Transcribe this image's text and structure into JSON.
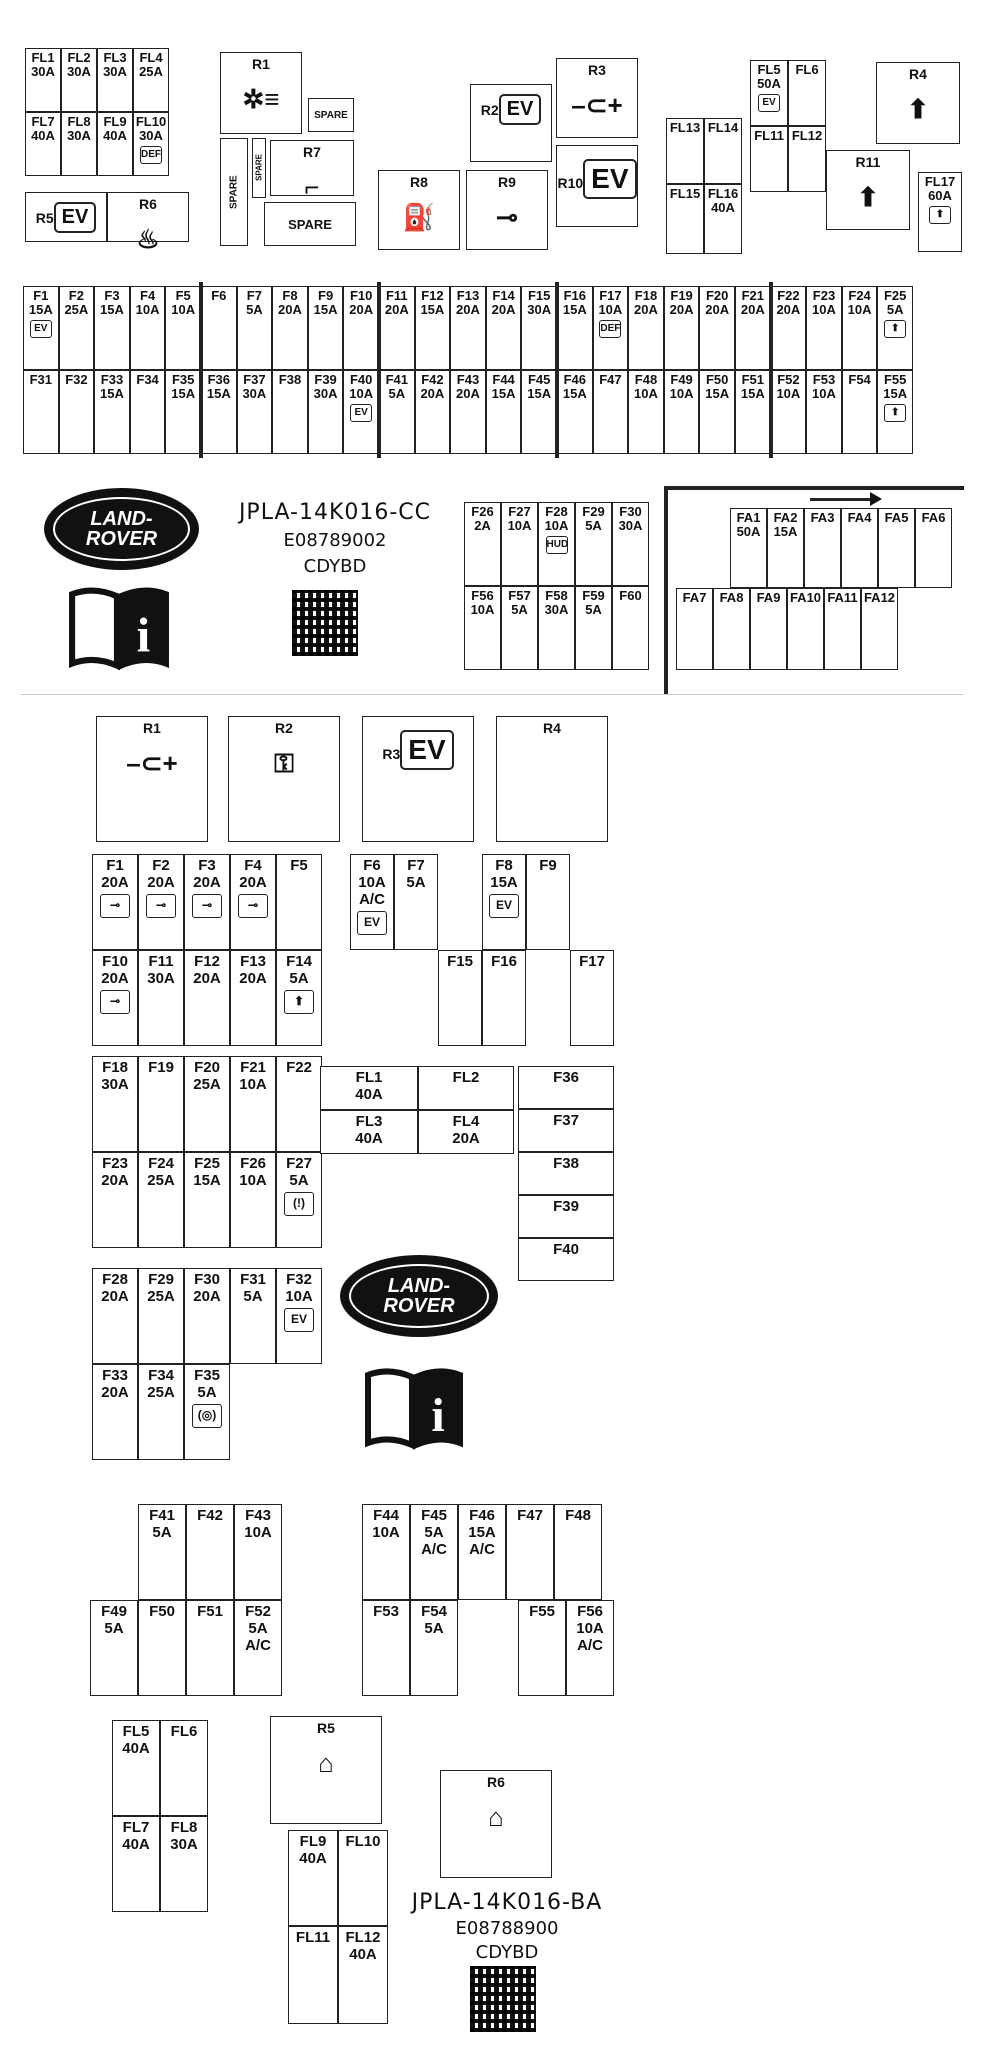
{
  "top_panel": {
    "fl_group_a": [
      {
        "name": "FL1",
        "amp": "30A",
        "icon": "cable-icon"
      },
      {
        "name": "FL2",
        "amp": "30A",
        "icon": "vehicle-icon"
      },
      {
        "name": "FL3",
        "amp": "30A",
        "icon": "fan-icon"
      },
      {
        "name": "FL4",
        "amp": "25A",
        "icon": "power-socket-icon"
      },
      {
        "name": "FL7",
        "amp": "40A",
        "icon": "axle-icon"
      },
      {
        "name": "FL8",
        "amp": "30A",
        "icon": "vehicle-icon"
      },
      {
        "name": "FL9",
        "amp": "40A",
        "icon": "abs-icon"
      },
      {
        "name": "FL10",
        "amp": "30A",
        "icon": "defrost-icon",
        "text": "DEF"
      }
    ],
    "r_small": [
      {
        "name": "R5",
        "text": "EV"
      },
      {
        "name": "R6",
        "text": "♨"
      }
    ],
    "relays": [
      {
        "name": "R1",
        "text": "✲≡"
      },
      {
        "name": "R2",
        "text": "EV"
      },
      {
        "name": "R3",
        "text": "–⊂+"
      },
      {
        "name": "R7",
        "text": "⌐"
      },
      {
        "name": "R8",
        "text": "⛽"
      },
      {
        "name": "R9",
        "text": "⊸"
      },
      {
        "name": "R10",
        "text": "EV"
      },
      {
        "name": "R4",
        "text": "⬆"
      },
      {
        "name": "R11",
        "text": "⬆"
      }
    ],
    "spare_label": "SPARE",
    "fl_right": [
      {
        "name": "FL5",
        "amp": "50A",
        "text": "EV"
      },
      {
        "name": "FL6",
        "amp": "",
        "text": ""
      },
      {
        "name": "FL11",
        "amp": "",
        "text": ""
      },
      {
        "name": "FL12",
        "amp": "",
        "text": ""
      },
      {
        "name": "FL13",
        "amp": "",
        "text": ""
      },
      {
        "name": "FL14",
        "amp": "",
        "text": ""
      },
      {
        "name": "FL15",
        "amp": "",
        "text": ""
      },
      {
        "name": "FL16",
        "amp": "40A",
        "text": ""
      },
      {
        "name": "FL17",
        "amp": "60A",
        "text": "⬆"
      }
    ],
    "row1": [
      {
        "name": "F1",
        "amp": "15A",
        "text": "EV"
      },
      {
        "name": "F2",
        "amp": "25A",
        "text": ""
      },
      {
        "name": "F3",
        "amp": "15A",
        "text": ""
      },
      {
        "name": "F4",
        "amp": "10A",
        "text": ""
      },
      {
        "name": "F5",
        "amp": "10A",
        "text": ""
      },
      {
        "name": "F6",
        "amp": "",
        "text": ""
      },
      {
        "name": "F7",
        "amp": "5A",
        "text": ""
      },
      {
        "name": "F8",
        "amp": "20A",
        "text": ""
      },
      {
        "name": "F9",
        "amp": "15A",
        "text": ""
      },
      {
        "name": "F10",
        "amp": "20A",
        "text": ""
      },
      {
        "name": "F11",
        "amp": "20A",
        "text": ""
      },
      {
        "name": "F12",
        "amp": "15A",
        "text": ""
      },
      {
        "name": "F13",
        "amp": "20A",
        "text": ""
      },
      {
        "name": "F14",
        "amp": "20A",
        "text": ""
      },
      {
        "name": "F15",
        "amp": "30A",
        "text": ""
      },
      {
        "name": "F16",
        "amp": "15A",
        "text": ""
      },
      {
        "name": "F17",
        "amp": "10A",
        "text": "DEF"
      },
      {
        "name": "F18",
        "amp": "20A",
        "text": ""
      },
      {
        "name": "F19",
        "amp": "20A",
        "text": ""
      },
      {
        "name": "F20",
        "amp": "20A",
        "text": ""
      },
      {
        "name": "F21",
        "amp": "20A",
        "text": ""
      },
      {
        "name": "F22",
        "amp": "20A",
        "text": ""
      },
      {
        "name": "F23",
        "amp": "10A",
        "text": ""
      },
      {
        "name": "F24",
        "amp": "10A",
        "text": ""
      },
      {
        "name": "F25",
        "amp": "5A",
        "text": "⬆"
      }
    ],
    "row2": [
      {
        "name": "F31",
        "amp": "",
        "text": ""
      },
      {
        "name": "F32",
        "amp": "",
        "text": ""
      },
      {
        "name": "F33",
        "amp": "15A",
        "text": ""
      },
      {
        "name": "F34",
        "amp": "",
        "text": ""
      },
      {
        "name": "F35",
        "amp": "15A",
        "text": ""
      },
      {
        "name": "F36",
        "amp": "15A",
        "text": ""
      },
      {
        "name": "F37",
        "amp": "30A",
        "text": ""
      },
      {
        "name": "F38",
        "amp": "",
        "text": ""
      },
      {
        "name": "F39",
        "amp": "30A",
        "text": ""
      },
      {
        "name": "F40",
        "amp": "10A",
        "text": "EV"
      },
      {
        "name": "F41",
        "amp": "5A",
        "text": ""
      },
      {
        "name": "F42",
        "amp": "20A",
        "text": ""
      },
      {
        "name": "F43",
        "amp": "20A",
        "text": ""
      },
      {
        "name": "F44",
        "amp": "15A",
        "text": ""
      },
      {
        "name": "F45",
        "amp": "15A",
        "text": ""
      },
      {
        "name": "F46",
        "amp": "15A",
        "text": ""
      },
      {
        "name": "F47",
        "amp": "",
        "text": ""
      },
      {
        "name": "F48",
        "amp": "10A",
        "text": ""
      },
      {
        "name": "F49",
        "amp": "10A",
        "text": ""
      },
      {
        "name": "F50",
        "amp": "15A",
        "text": ""
      },
      {
        "name": "F51",
        "amp": "15A",
        "text": ""
      },
      {
        "name": "F52",
        "amp": "10A",
        "text": ""
      },
      {
        "name": "F53",
        "amp": "10A",
        "text": ""
      },
      {
        "name": "F54",
        "amp": "",
        "text": ""
      },
      {
        "name": "F55",
        "amp": "15A",
        "text": "⬆"
      }
    ],
    "logo_line1": "LAND-",
    "logo_line2": "ROVER",
    "part_number": "JPLA-14K016-CC",
    "code1": "E08789002",
    "code2": "CDYBD",
    "mid_fuses_row1": [
      {
        "name": "F26",
        "amp": "2A",
        "text": ""
      },
      {
        "name": "F27",
        "amp": "10A",
        "text": ""
      },
      {
        "name": "F28",
        "amp": "10A",
        "text": "HUD"
      },
      {
        "name": "F29",
        "amp": "5A",
        "text": ""
      },
      {
        "name": "F30",
        "amp": "30A",
        "text": ""
      }
    ],
    "mid_fuses_row2": [
      {
        "name": "F56",
        "amp": "10A",
        "text": ""
      },
      {
        "name": "F57",
        "amp": "5A",
        "text": ""
      },
      {
        "name": "F58",
        "amp": "30A",
        "text": ""
      },
      {
        "name": "F59",
        "amp": "5A",
        "text": ""
      },
      {
        "name": "F60",
        "amp": "",
        "text": ""
      }
    ],
    "fa_row1": [
      {
        "name": "FA1",
        "amp": "50A",
        "text": ""
      },
      {
        "name": "FA2",
        "amp": "15A",
        "text": ""
      },
      {
        "name": "FA3",
        "amp": "",
        "text": ""
      },
      {
        "name": "FA4",
        "amp": "",
        "text": ""
      },
      {
        "name": "FA5",
        "amp": "",
        "text": ""
      },
      {
        "name": "FA6",
        "amp": "",
        "text": ""
      }
    ],
    "fa_row2": [
      {
        "name": "FA7",
        "amp": "",
        "text": ""
      },
      {
        "name": "FA8",
        "amp": "",
        "text": ""
      },
      {
        "name": "FA9",
        "amp": "",
        "text": ""
      },
      {
        "name": "FA10",
        "amp": "",
        "text": ""
      },
      {
        "name": "FA11",
        "amp": "",
        "text": ""
      },
      {
        "name": "FA12",
        "amp": "",
        "text": ""
      }
    ]
  },
  "bottom_panel": {
    "relays": [
      {
        "name": "R1",
        "text": "–⊂+"
      },
      {
        "name": "R2",
        "text": "⚿"
      },
      {
        "name": "R3",
        "text": "EV"
      },
      {
        "name": "R4",
        "text": ""
      }
    ],
    "block1_row1": [
      {
        "name": "F1",
        "amp": "20A",
        "text": "⊸"
      },
      {
        "name": "F2",
        "amp": "20A",
        "text": "⊸"
      },
      {
        "name": "F3",
        "amp": "20A",
        "text": "⊸"
      },
      {
        "name": "F4",
        "amp": "20A",
        "text": "⊸"
      },
      {
        "name": "F5",
        "amp": "",
        "text": ""
      }
    ],
    "block1_row2": [
      {
        "name": "F10",
        "amp": "20A",
        "text": "⊸"
      },
      {
        "name": "F11",
        "amp": "30A",
        "text": ""
      },
      {
        "name": "F12",
        "amp": "20A",
        "text": ""
      },
      {
        "name": "F13",
        "amp": "20A",
        "text": ""
      },
      {
        "name": "F14",
        "amp": "5A",
        "text": "⬆"
      }
    ],
    "block2": [
      {
        "name": "F6",
        "amp": "10A",
        "sub": "A/C",
        "text": "EV"
      },
      {
        "name": "F7",
        "amp": "5A",
        "sub": "",
        "text": ""
      },
      {
        "name": "F8",
        "amp": "15A",
        "sub": "",
        "text": "EV"
      },
      {
        "name": "F9",
        "amp": "",
        "sub": "",
        "text": ""
      },
      {
        "name": "F15",
        "amp": "",
        "sub": "",
        "text": ""
      },
      {
        "name": "F16",
        "amp": "",
        "sub": "",
        "text": ""
      },
      {
        "name": "F17",
        "amp": "",
        "sub": "",
        "text": ""
      }
    ],
    "block3_row1": [
      {
        "name": "F18",
        "amp": "30A",
        "text": ""
      },
      {
        "name": "F19",
        "amp": "",
        "text": ""
      },
      {
        "name": "F20",
        "amp": "25A",
        "text": ""
      },
      {
        "name": "F21",
        "amp": "10A",
        "text": ""
      },
      {
        "name": "F22",
        "amp": "",
        "text": ""
      }
    ],
    "block3_row2": [
      {
        "name": "F23",
        "amp": "20A",
        "text": ""
      },
      {
        "name": "F24",
        "amp": "25A",
        "text": ""
      },
      {
        "name": "F25",
        "amp": "15A",
        "text": ""
      },
      {
        "name": "F26",
        "amp": "10A",
        "text": ""
      },
      {
        "name": "F27",
        "amp": "5A",
        "text": "(!)"
      }
    ],
    "fl_block": [
      {
        "name": "FL1",
        "amp": "40A"
      },
      {
        "name": "FL2",
        "amp": ""
      },
      {
        "name": "FL3",
        "amp": "40A"
      },
      {
        "name": "FL4",
        "amp": "20A"
      }
    ],
    "f36_40": [
      "F36",
      "F37",
      "F38",
      "F39",
      "F40"
    ],
    "block4_row1": [
      {
        "name": "F28",
        "amp": "20A",
        "text": ""
      },
      {
        "name": "F29",
        "amp": "25A",
        "text": ""
      },
      {
        "name": "F30",
        "amp": "20A",
        "text": ""
      },
      {
        "name": "F31",
        "amp": "5A",
        "text": ""
      },
      {
        "name": "F32",
        "amp": "10A",
        "text": "EV"
      }
    ],
    "block4_row2": [
      {
        "name": "F33",
        "amp": "20A",
        "text": ""
      },
      {
        "name": "F34",
        "amp": "25A",
        "text": ""
      },
      {
        "name": "F35",
        "amp": "5A",
        "text": "(◎)"
      }
    ],
    "logo_line1": "LAND-",
    "logo_line2": "ROVER",
    "block5_row1": [
      {
        "name": "F41",
        "amp": "5A",
        "sub": "",
        "text": ""
      },
      {
        "name": "F42",
        "amp": "",
        "sub": "",
        "text": ""
      },
      {
        "name": "F43",
        "amp": "10A",
        "sub": "",
        "text": ""
      }
    ],
    "block5_row2": [
      {
        "name": "F49",
        "amp": "5A",
        "sub": "",
        "text": ""
      },
      {
        "name": "F50",
        "amp": "",
        "sub": "",
        "text": ""
      },
      {
        "name": "F51",
        "amp": "",
        "sub": "",
        "text": ""
      },
      {
        "name": "F52",
        "amp": "5A",
        "sub": "A/C",
        "text": ""
      }
    ],
    "block6_row1": [
      {
        "name": "F44",
        "amp": "10A",
        "sub": "",
        "text": ""
      },
      {
        "name": "F45",
        "amp": "5A",
        "sub": "A/C",
        "text": ""
      },
      {
        "name": "F46",
        "amp": "15A",
        "sub": "A/C",
        "text": ""
      },
      {
        "name": "F47",
        "amp": "",
        "sub": "",
        "text": ""
      },
      {
        "name": "F48",
        "amp": "",
        "sub": "",
        "text": ""
      }
    ],
    "block6_row2": [
      {
        "name": "F53",
        "amp": "",
        "sub": "",
        "text": ""
      },
      {
        "name": "F54",
        "amp": "5A",
        "sub": "",
        "text": ""
      },
      {
        "name": "F55",
        "amp": "",
        "sub": "",
        "text": ""
      },
      {
        "name": "F56",
        "amp": "10A",
        "sub": "A/C",
        "text": ""
      }
    ],
    "block7": [
      {
        "name": "FL5",
        "amp": "40A"
      },
      {
        "name": "FL6",
        "amp": ""
      },
      {
        "name": "FL7",
        "amp": "40A"
      },
      {
        "name": "FL8",
        "amp": "30A"
      }
    ],
    "relays2": [
      {
        "name": "R5"
      },
      {
        "name": "R6"
      }
    ],
    "block8": [
      {
        "name": "FL9",
        "amp": "40A"
      },
      {
        "name": "FL10",
        "amp": ""
      },
      {
        "name": "FL11",
        "amp": ""
      },
      {
        "name": "FL12",
        "amp": "40A"
      }
    ],
    "part_number": "JPLA-14K016-BA",
    "code1": "E08788900",
    "code2": "CDYBD"
  }
}
